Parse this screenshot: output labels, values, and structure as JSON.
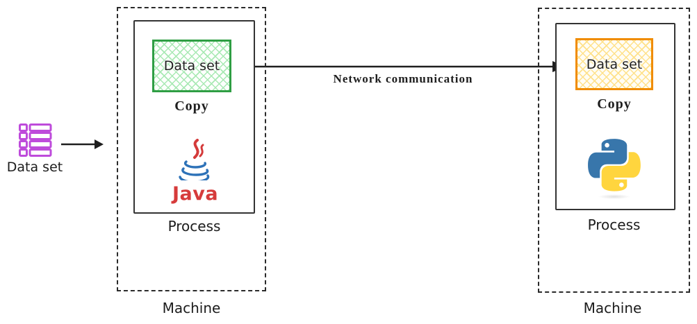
{
  "source": {
    "label": "Data set",
    "icon": "dataset-list-icon",
    "color": "#be4bdb"
  },
  "arrow": {
    "label": "Network communication",
    "color": "#1e1e1e"
  },
  "machines": [
    {
      "machine_label": "Machine",
      "process_label": "Process",
      "dataset": {
        "label": "Data set",
        "copy_label": "Copy",
        "border_color": "#2f9e44",
        "hatch_color": "#a8e9b3"
      },
      "runtime": {
        "icon": "java-logo",
        "wordmark": "Java",
        "steam_color": "#d43a3a",
        "cup_color": "#2d72b8",
        "wordmark_color": "#d63b3b"
      }
    },
    {
      "machine_label": "Machine",
      "process_label": "Process",
      "dataset": {
        "label": "Data set",
        "copy_label": "Copy",
        "border_color": "#f08c00",
        "hatch_color": "#ffe18a"
      },
      "runtime": {
        "icon": "python-logo",
        "blue_color": "#3876ab",
        "yellow_color": "#ffd53e"
      }
    }
  ]
}
